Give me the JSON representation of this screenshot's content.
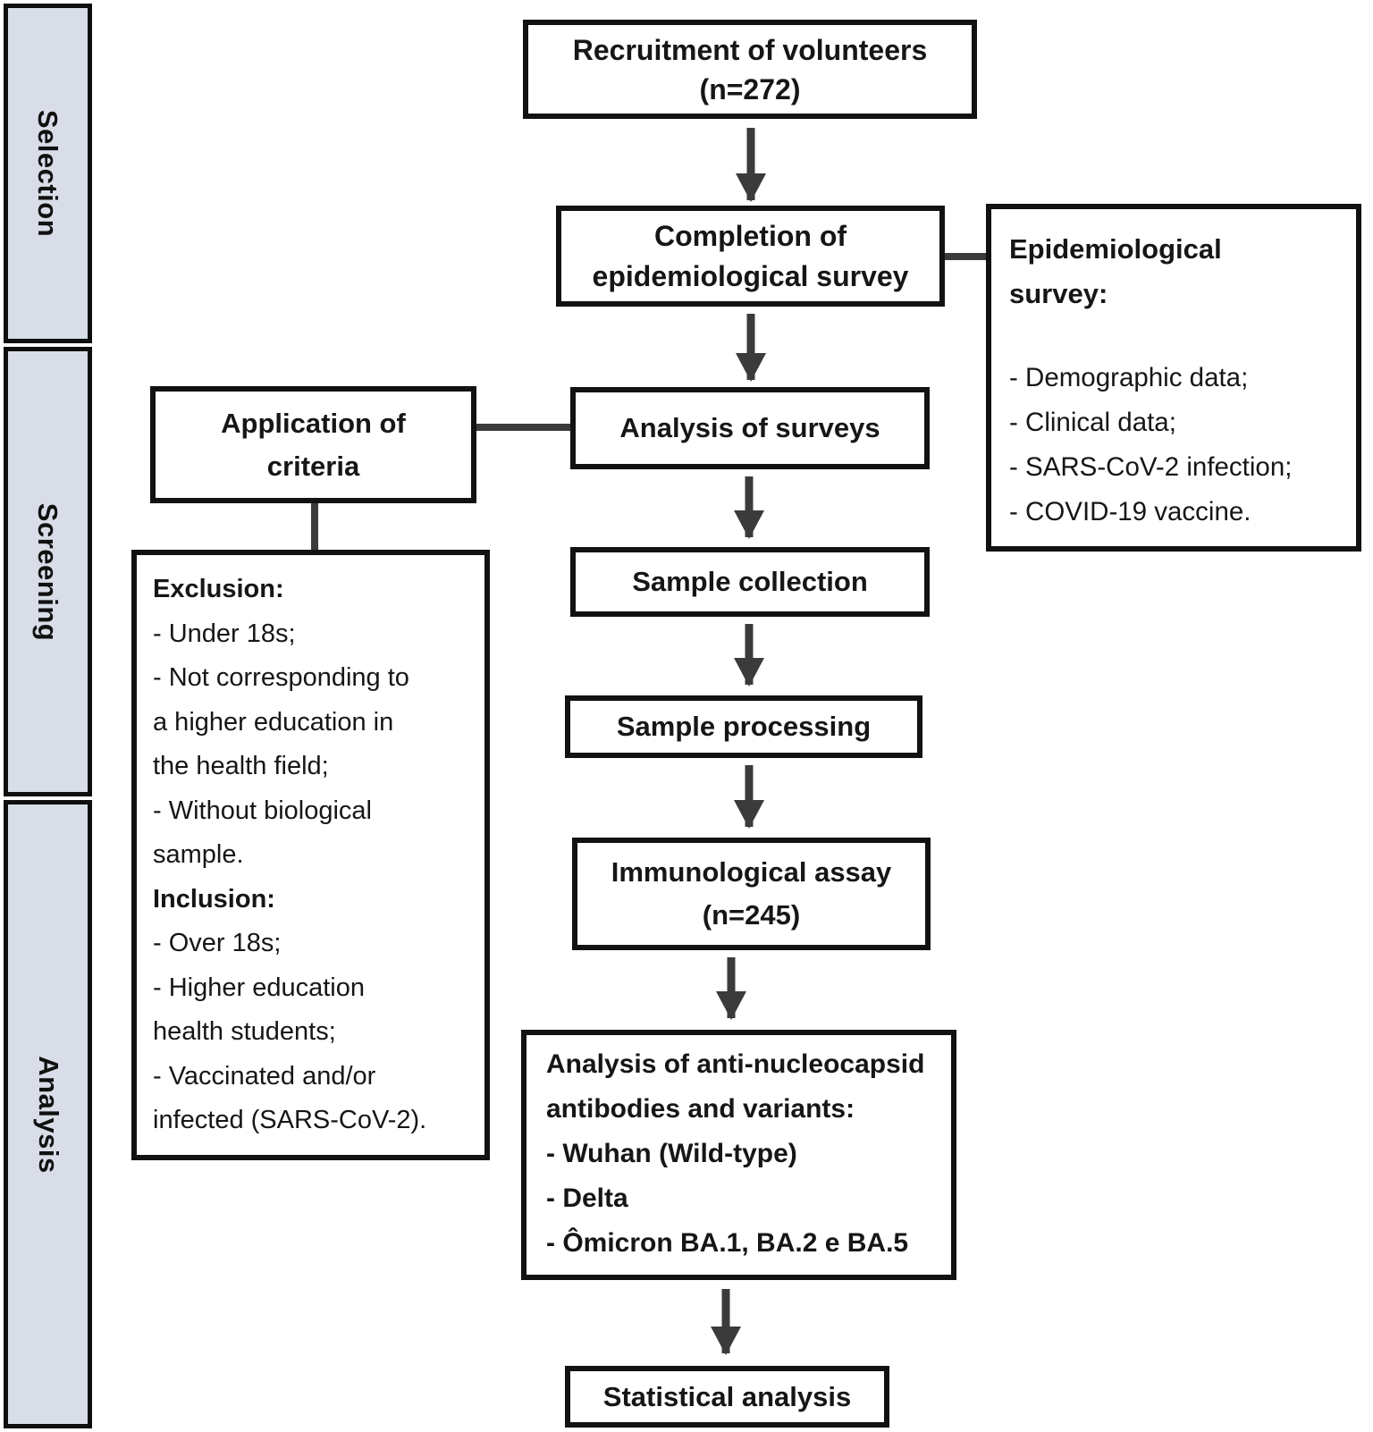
{
  "colors": {
    "box_border": "#121212",
    "arrow": "#3b3b3b",
    "sidebar_fill": "#d9dde7",
    "background": "#ffffff",
    "text": "#161616"
  },
  "sidebar": {
    "sections": [
      {
        "label": "Selection"
      },
      {
        "label": "Screening"
      },
      {
        "label": "Analysis"
      }
    ]
  },
  "flow": {
    "recruitment": {
      "line1": "Recruitment of volunteers",
      "line2": "(n=272)"
    },
    "completion": {
      "line1": "Completion of",
      "line2": "epidemiological survey"
    },
    "epi_survey": {
      "title": "Epidemiological survey:",
      "items": [
        "- Demographic data;",
        "- Clinical data;",
        "- SARS-CoV-2 infection;",
        "- COVID-19 vaccine."
      ]
    },
    "application": {
      "line1": "Application of",
      "line2": "criteria"
    },
    "analysis_surveys": {
      "label": "Analysis of surveys"
    },
    "criteria": {
      "lines": [
        "Exclusion:",
        "- Under 18s;",
        "- Not corresponding to",
        "a higher education in",
        "the health field;",
        "- Without biological",
        "sample.",
        "Inclusion:",
        "- Over 18s;",
        "- Higher education",
        "health students;",
        "- Vaccinated and/or",
        "infected (SARS-CoV-2)."
      ]
    },
    "sample_collection": {
      "label": "Sample collection"
    },
    "sample_processing": {
      "label": "Sample processing"
    },
    "immuno_assay": {
      "line1": "Immunological assay",
      "line2": "(n=245)"
    },
    "anti_nucleocapsid": {
      "line1": "Analysis of anti-nucleocapsid",
      "line2": "antibodies and variants:",
      "items": [
        "- Wuhan (Wild-type)",
        "- Delta",
        "- Ômicron BA.1, BA.2 e BA.5"
      ]
    },
    "statistical": {
      "label": "Statistical analysis"
    }
  }
}
